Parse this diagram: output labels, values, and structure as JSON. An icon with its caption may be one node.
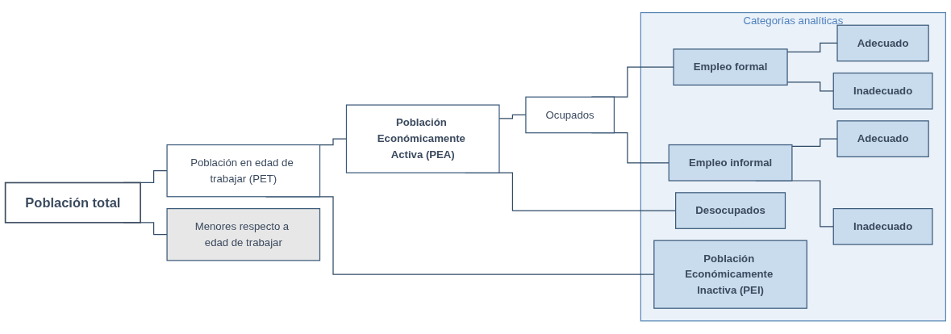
{
  "diagram": {
    "nodes": [
      {
        "text": [
          "Población total"
        ]
      },
      {
        "text": [
          "Población en edad de trabajar (PET)"
        ]
      },
      {
        "text": [
          "Menores respecto a edad de trabajar"
        ]
      },
      {
        "text": [
          "Población Económicamente Activa (PEA)"
        ]
      },
      {
        "text": [
          "Ocupados"
        ]
      },
      {
        "text": [
          "Categorías analíticas"
        ]
      },
      {
        "text": [
          "Empleo formal"
        ],
        "in": 5
      },
      {
        "text": [
          "Empleo informal"
        ],
        "in": 5
      },
      {
        "text": [
          "Desocupados"
        ],
        "in": 5
      },
      {
        "text": [
          "Población Económicamente Inactiva (PEI)"
        ],
        "in": 5
      },
      {
        "text": [
          "Adecuado"
        ],
        "in": 5
      },
      {
        "text": [
          "Inadecuado"
        ],
        "in": 5
      },
      {
        "text": [
          "Adecuado"
        ],
        "in": 5
      },
      {
        "text": [
          "Inadecuado"
        ],
        "in": 5
      }
    ],
    "edges": [
      {
        "from": 0,
        "to": 1,
        "arrow": "none"
      },
      {
        "from": 0,
        "to": 2,
        "arrow": "none"
      },
      {
        "from": 1,
        "to": 3,
        "arrow": "none"
      },
      {
        "from": 1,
        "to": 9,
        "arrow": "none"
      },
      {
        "from": 3,
        "to": 4,
        "arrow": "none"
      },
      {
        "from": 3,
        "to": 8,
        "arrow": "none"
      },
      {
        "from": 4,
        "to": 6,
        "arrow": "none"
      },
      {
        "from": 4,
        "to": 7,
        "arrow": "none"
      },
      {
        "from": 6,
        "to": 10,
        "arrow": "none"
      },
      {
        "from": 6,
        "to": 11,
        "arrow": "none"
      },
      {
        "from": 7,
        "to": 12,
        "arrow": "none"
      },
      {
        "from": 7,
        "to": 13,
        "arrow": "none"
      }
    ]
  }
}
